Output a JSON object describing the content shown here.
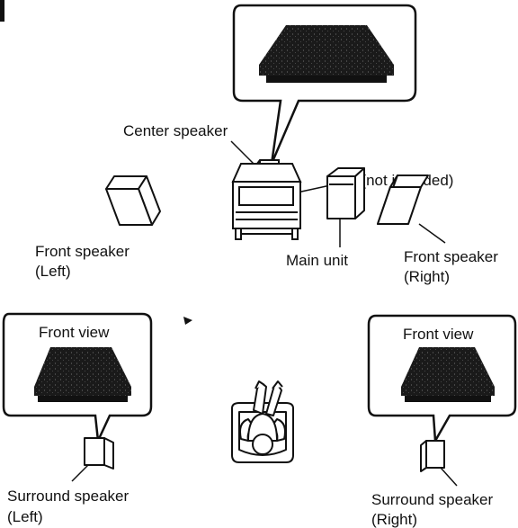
{
  "labels": {
    "center_speaker": "Center speaker",
    "tv": "TV (not included)",
    "front_left_line1": "Front speaker",
    "front_left_line2": "(Left)",
    "main_unit": "Main unit",
    "front_right_line1": "Front speaker",
    "front_right_line2": "(Right)",
    "front_view_left": "Front view",
    "front_view_right": "Front view",
    "surround_left_line1": "Surround speaker",
    "surround_left_line2": "(Left)",
    "surround_right_line1": "Surround speaker",
    "surround_right_line2": "(Right)"
  },
  "colors": {
    "ink": "#111111",
    "speaker_fill": "#1a1a1a",
    "paper": "#ffffff"
  }
}
